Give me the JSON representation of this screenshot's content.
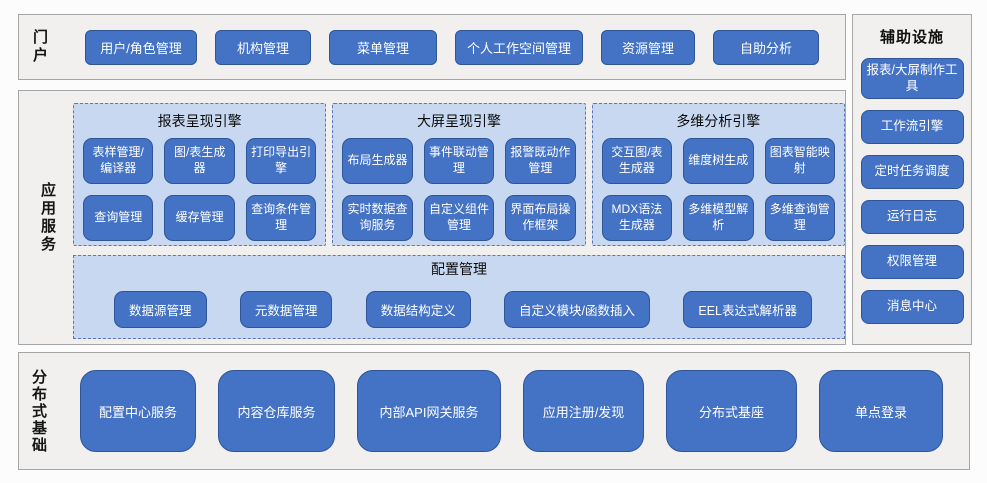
{
  "portal": {
    "label": "门户",
    "items": [
      "用户/角色管理",
      "机构管理",
      "菜单管理",
      "个人工作空间管理",
      "资源管理",
      "自助分析"
    ]
  },
  "app_services": {
    "label": "应用服务",
    "panels": [
      {
        "title": "报表呈现引擎",
        "items": [
          "表样管理/编译器",
          "图/表生成器",
          "打印导出引擎",
          "查询管理",
          "缓存管理",
          "查询条件管理"
        ]
      },
      {
        "title": "大屏呈现引擎",
        "items": [
          "布局生成器",
          "事件联动管理",
          "报警既动作管理",
          "实时数据查询服务",
          "自定义组件管理",
          "界面布局操作框架"
        ]
      },
      {
        "title": "多维分析引擎",
        "items": [
          "交互图/表生成器",
          "维度树生成",
          "图表智能映射",
          "MDX语法生成器",
          "多维模型解析",
          "多维查询管理"
        ]
      }
    ],
    "config_panel": {
      "title": "配置管理",
      "items": [
        "数据源管理",
        "元数据管理",
        "数据结构定义",
        "自定义模块/函数插入",
        "EEL表达式解析器"
      ]
    }
  },
  "distributed": {
    "label": "分布式基础",
    "items": [
      "配置中心服务",
      "内容仓库服务",
      "内部API网关服务",
      "应用注册/发现",
      "分布式基座",
      "单点登录"
    ]
  },
  "auxiliary": {
    "title": "辅助设施",
    "items": [
      "报表/大屏制作工具",
      "工作流引擎",
      "定时任务调度",
      "运行日志",
      "权限管理",
      "消息中心"
    ]
  },
  "colors": {
    "button_blue": "#4472C4",
    "button_border": "#2F5597",
    "button_text": "#FFFFFF",
    "panel_blue": "#C9D8F1",
    "panel_dashed_border": "#5A78B8",
    "section_bg": "#F1F0EF",
    "section_border": "#A6A6A6",
    "text": "#111111"
  }
}
